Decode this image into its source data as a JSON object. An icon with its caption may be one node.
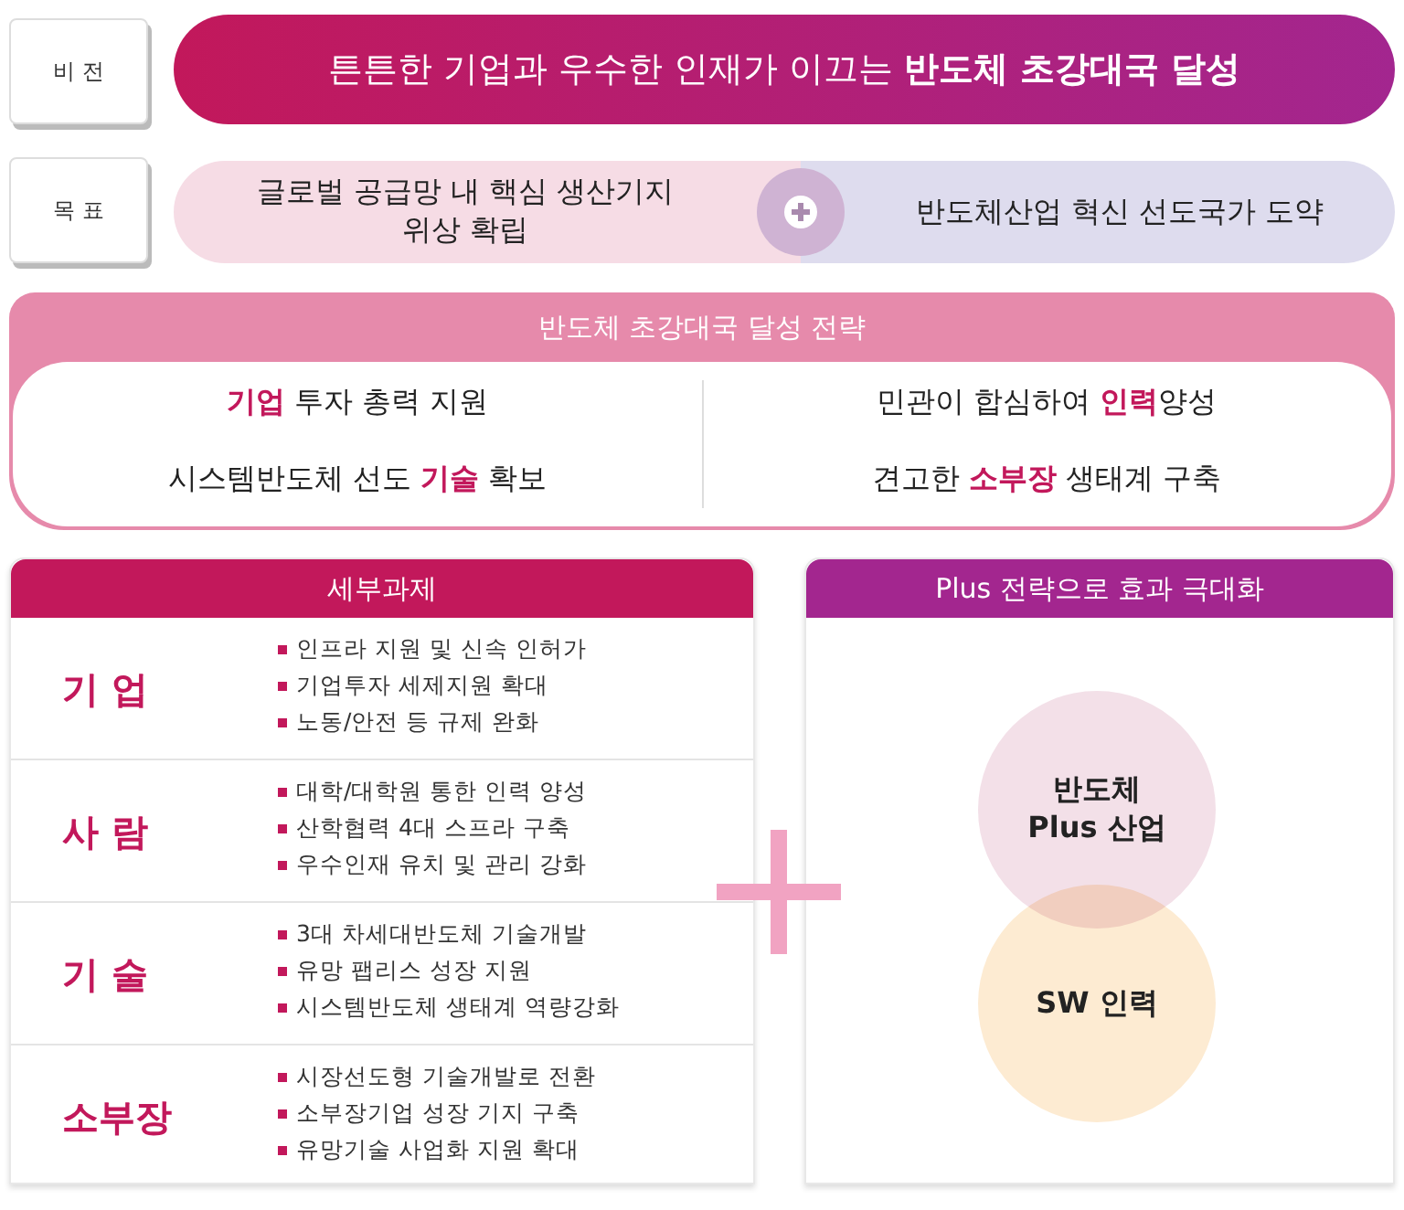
{
  "diagram": {
    "nodes": [
      {
        "text": [
          "비 전"
        ]
      },
      {
        "text": [
          "튼튼한 기업과 우수한 인재가 이끄는 **반도체 초강대국 달성**"
        ]
      },
      {
        "text": [
          "목 표"
        ]
      },
      {
        "text": [
          "글로벌 공급망 내 핵심 생산기지 위상 확립"
        ]
      },
      {
        "text": [
          "반도체산업 혁신 선도국가 도약"
        ]
      },
      {
        "text": [
          "반도체 초강대국 달성 전략",
          "**기업** 투자 총력 지원",
          "민관이 합심하여 **인력**양성",
          "시스템반도체 선도 **기술** 확보",
          "견고한 **소부장** 생태계 구축"
        ]
      },
      {
        "text": [
          "세부과제"
        ]
      },
      {
        "text": [
          "기 업",
          "인프라 지원 및 신속 인허가",
          "기업투자 세제지원 확대",
          "노동/안전 등 규제 완화"
        ],
        "in": 6
      },
      {
        "text": [
          "사 람",
          "대학/대학원 통한 인력 양성",
          "산학협력 4대 스프라 구축",
          "우수인재 유치 및 관리 강화"
        ],
        "in": 6
      },
      {
        "text": [
          "기 술",
          "3대 차세대반도체 기술개발",
          "유망 팹리스 성장 지원",
          "시스템반도체 생태계 역량강화"
        ],
        "in": 6
      },
      {
        "text": [
          "소부장",
          "시장선도형 기술개발로 전환",
          "소부장기업 성장 기지 구축",
          "유망기술 사업화 지원 확대"
        ],
        "in": 6
      },
      {
        "text": [
          "Plus 전략으로 효과 극대화"
        ]
      },
      {
        "text": [
          "반도체 Plus 산업"
        ],
        "in": 11
      },
      {
        "text": [
          "SW 인력"
        ],
        "in": 11
      }
    ],
    "edges": []
  }
}
